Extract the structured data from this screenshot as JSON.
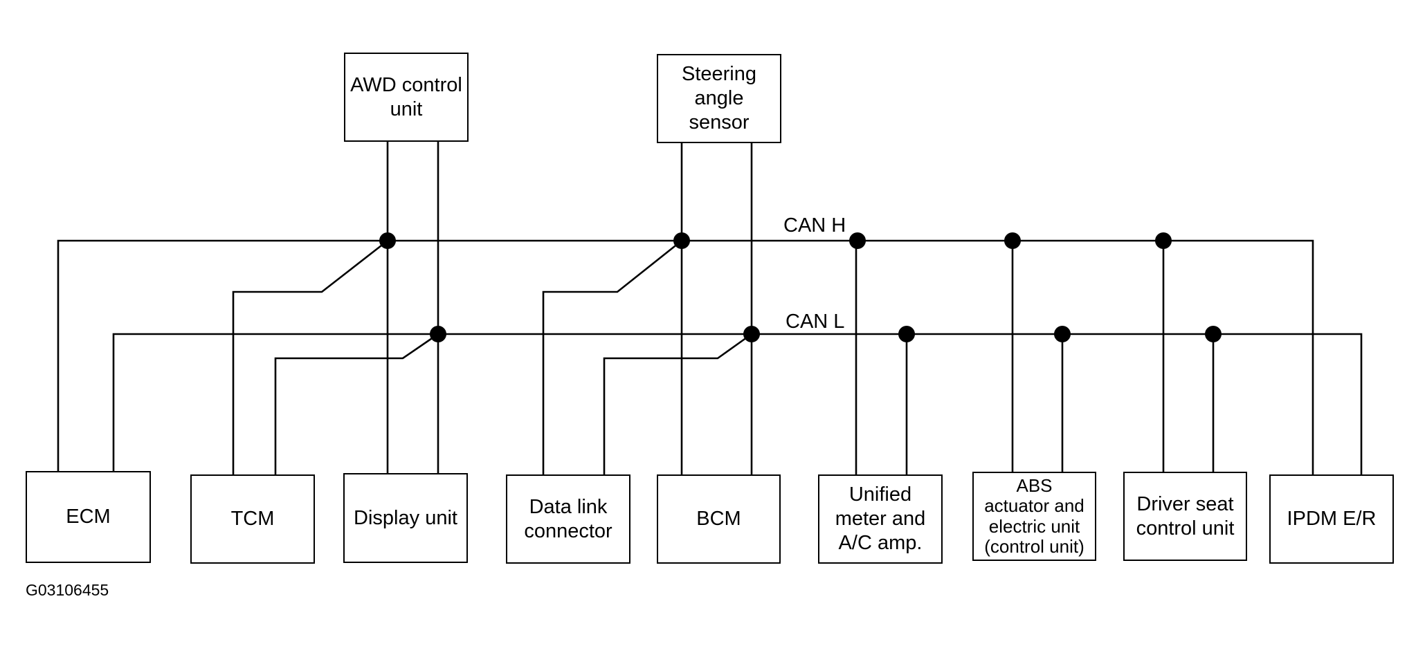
{
  "modules": {
    "awd": "AWD control\nunit",
    "steering": "Steering\nangle\nsensor",
    "ecm": "ECM",
    "tcm": "TCM",
    "display": "Display unit",
    "dlc": "Data link\nconnector",
    "bcm": "BCM",
    "meter": "Unified\nmeter and\nA/C amp.",
    "abs": "ABS\nactuator and\nelectric unit\n(control unit)",
    "seat": "Driver seat\ncontrol unit",
    "ipdm": "IPDM E/R"
  },
  "bus": {
    "can_h": "CAN H",
    "can_l": "CAN L"
  },
  "figure_id": "G03106455"
}
